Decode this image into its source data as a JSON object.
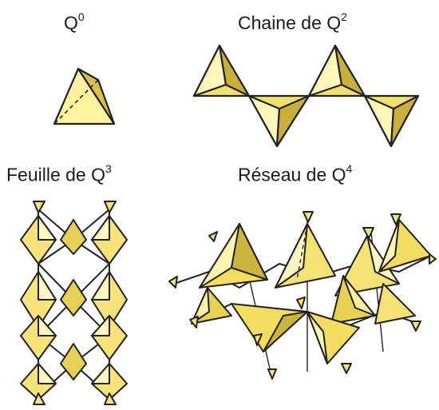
{
  "labels": {
    "q0": {
      "base": "Q",
      "sup": "0"
    },
    "q2": {
      "base": "Chaine de Q",
      "sup": "2"
    },
    "q3": {
      "base": "Feuille de Q",
      "sup": "3"
    },
    "q4": {
      "base": "Réseau de Q",
      "sup": "4"
    }
  },
  "colors": {
    "face_light": "#fff7b0",
    "face_mid": "#f0dd66",
    "face_dark": "#c9b23a",
    "edge": "#222222"
  }
}
